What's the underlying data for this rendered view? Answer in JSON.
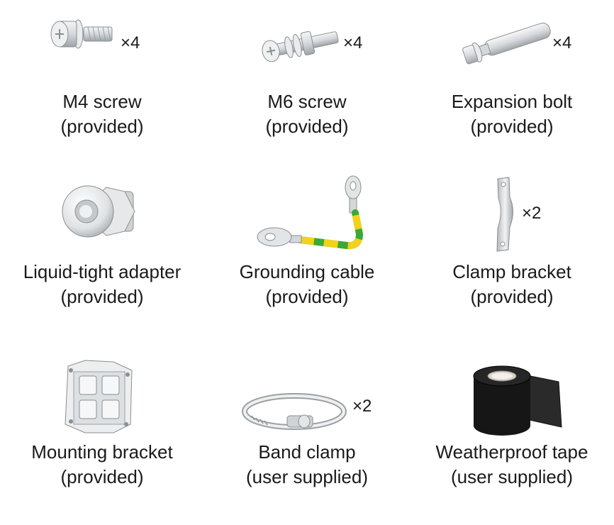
{
  "items": [
    {
      "name": "M4 screw",
      "note": "(provided)",
      "qty": "×4",
      "icon": "m4-screw-icon"
    },
    {
      "name": "M6 screw",
      "note": "(provided)",
      "qty": "×4",
      "icon": "m6-screw-icon"
    },
    {
      "name": "Expansion bolt",
      "note": "(provided)",
      "qty": "×4",
      "icon": "expansion-bolt-icon"
    },
    {
      "name": "Liquid-tight adapter",
      "note": "(provided)",
      "icon": "liquid-tight-adapter-icon"
    },
    {
      "name": "Grounding cable",
      "note": "(provided)",
      "icon": "grounding-cable-icon"
    },
    {
      "name": "Clamp bracket",
      "note": "(provided)",
      "qty": "×2",
      "icon": "clamp-bracket-icon"
    },
    {
      "name": "Mounting bracket",
      "note": "(provided)",
      "icon": "mounting-bracket-icon"
    },
    {
      "name": "Band clamp",
      "note": "(user supplied)",
      "qty": "×2",
      "icon": "band-clamp-icon"
    },
    {
      "name": "Weatherproof tape",
      "note": "(user supplied)",
      "icon": "weatherproof-tape-icon"
    }
  ],
  "colors": {
    "ground_green": "#3aa935",
    "ground_yellow": "#f2d21a",
    "tape_black": "#161616",
    "metal": "#cfd3d6"
  }
}
